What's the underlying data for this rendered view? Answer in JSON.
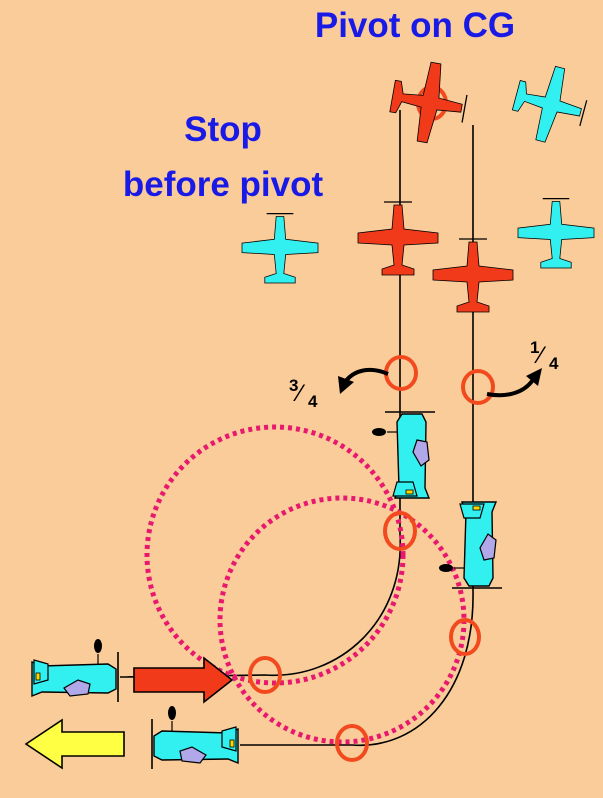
{
  "title": "Pivot on CG",
  "left_label": {
    "line1": "Stop",
    "line2": "before pivot"
  },
  "fractions": {
    "left": {
      "numerator": "3",
      "slash": "⁄",
      "denominator": "4"
    },
    "right": {
      "numerator": "1",
      "slash": "⁄",
      "denominator": "4"
    }
  },
  "colors": {
    "background": "#F9CC9A",
    "label_blue": "#1A1AE6",
    "plane_cyan": "#33F0F0",
    "plane_red": "#F03A1A",
    "circle_orange": "#F24A1E",
    "dotted_pink": "#E8186E",
    "arrow_yellow": "#FFFF44",
    "canopy_purple": "#B0A8E8"
  },
  "icons": [
    "side-view-airplane-icon",
    "top-view-airplane-icon",
    "arrow-icon",
    "curved-arrow-icon"
  ]
}
